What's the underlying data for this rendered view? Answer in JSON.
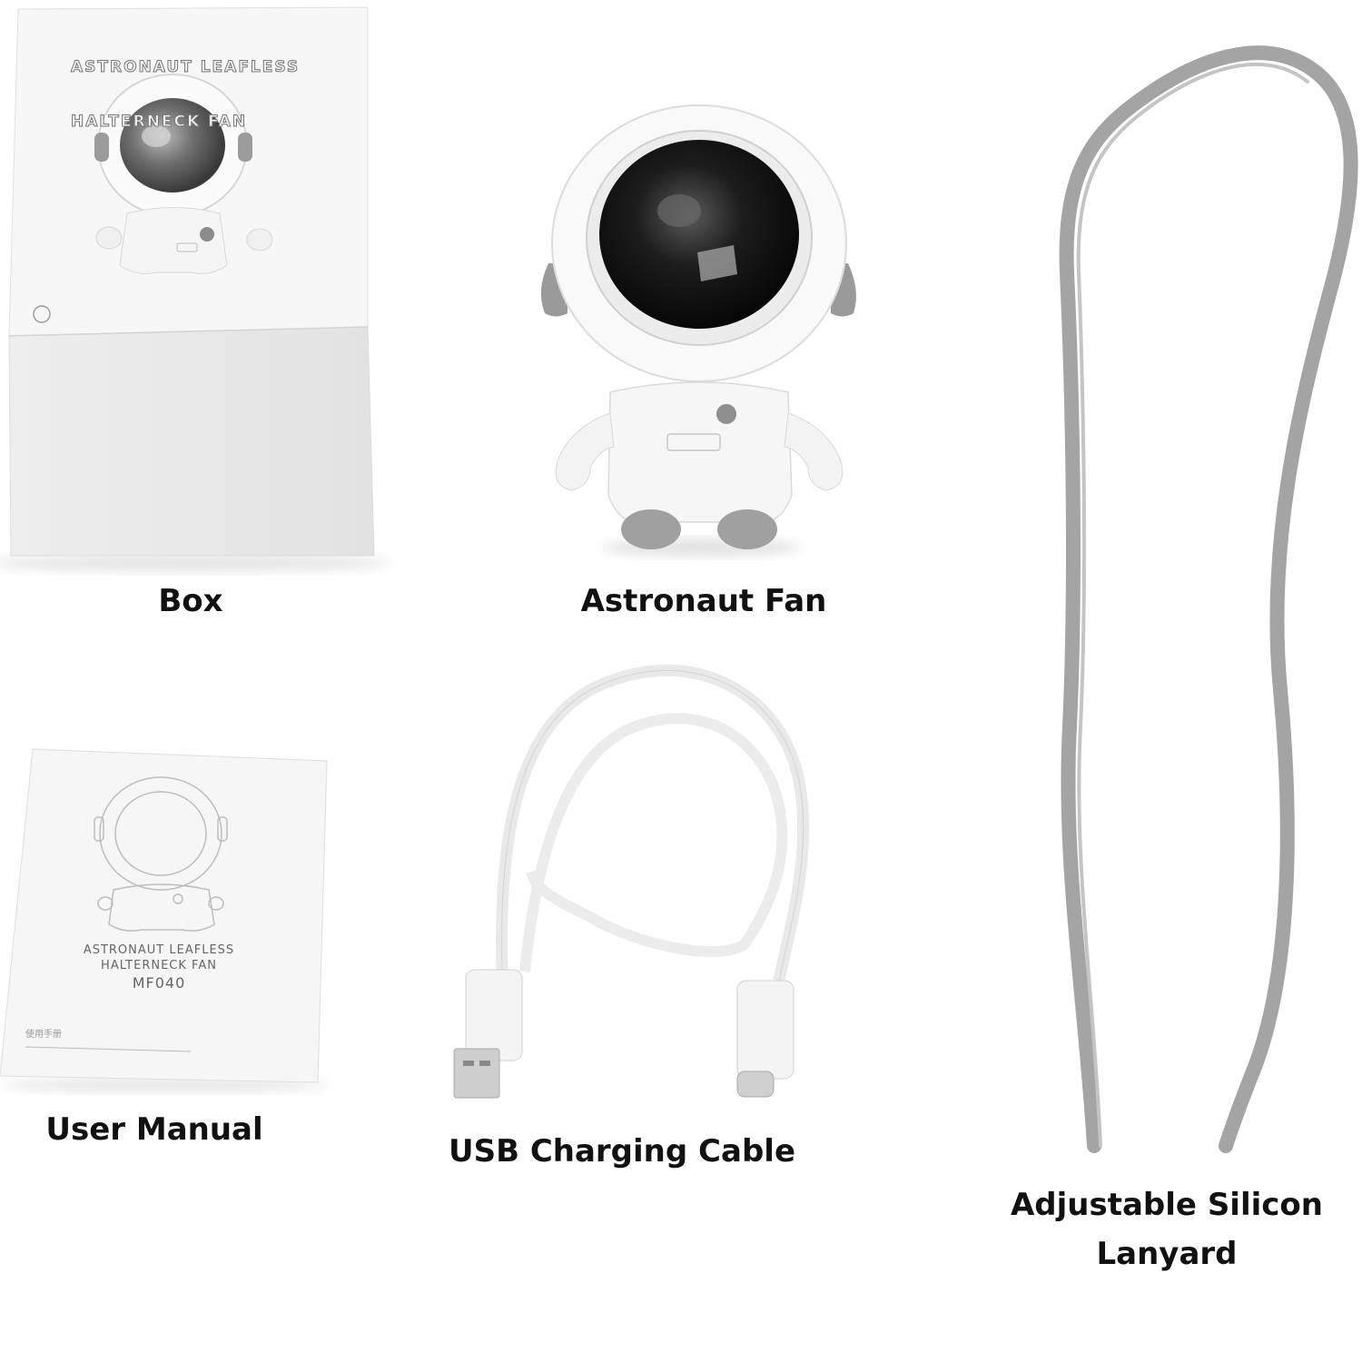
{
  "labels": {
    "box": "Box",
    "astronaut_fan": "Astronaut Fan",
    "user_manual": "User Manual",
    "usb_cable": "USB Charging Cable",
    "lanyard_line1": "Adjustable Silicon",
    "lanyard_line2": "Lanyard"
  },
  "box": {
    "title_line1": "ASTRONAUT LEAFLESS",
    "title_line2": "HALTERNECK FAN"
  },
  "manual": {
    "title_line1": "ASTRONAUT LEAFLESS",
    "title_line2": "HALTERNECK FAN",
    "model": "MF040",
    "cn_title": "使用手册"
  },
  "colors": {
    "background": "#ffffff",
    "label_text": "#111111",
    "lanyard": "#9a9a9a",
    "visor": "#1a1a1a"
  }
}
